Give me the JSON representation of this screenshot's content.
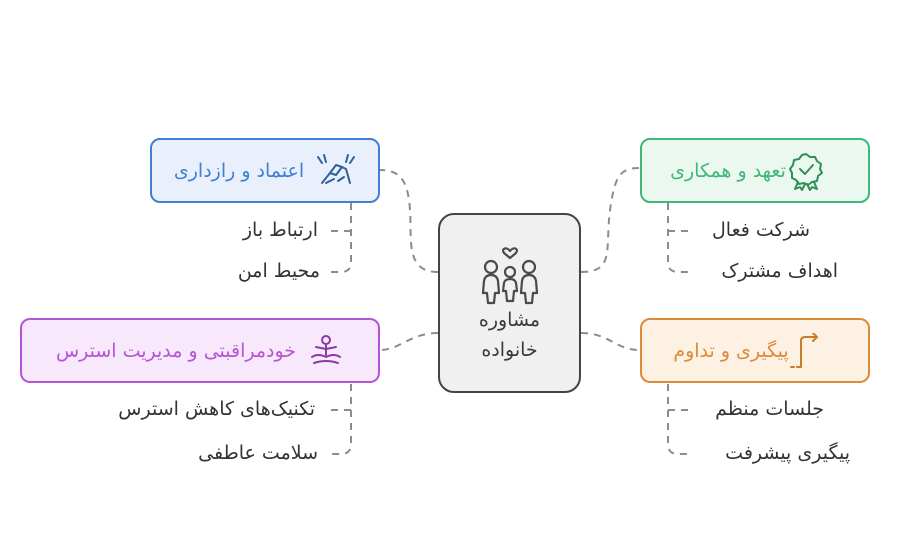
{
  "center": {
    "title_line1": "مشاوره",
    "title_line2": "خانواده",
    "icon": "family-icon"
  },
  "branches": {
    "commitment": {
      "label": "تعهد و همکاری",
      "icon": "award-badge-icon",
      "color": "#3fb878",
      "fill": "#eaf8ef",
      "items": [
        "شرکت فعال",
        "اهداف مشترک"
      ]
    },
    "followup": {
      "label": "پیگیری و تداوم",
      "icon": "path-arrow-icon",
      "color": "#dd8a3a",
      "fill": "#fdf1e3",
      "items": [
        "جلسات منظم",
        "پیگیری پیشرفت"
      ]
    },
    "trust": {
      "label": "اعتماد و رازداری",
      "icon": "handshake-icon",
      "color": "#3f7fd6",
      "fill": "#e9f0fb",
      "items": [
        "ارتباط باز",
        "محیط امن"
      ]
    },
    "selfcare": {
      "label": "خودمراقبتی و مدیریت استرس",
      "icon": "meditation-icon",
      "color": "#b455d6",
      "fill": "#f8e8fc",
      "items": [
        "تکنیک‌های کاهش استرس",
        "سلامت عاطفی"
      ]
    }
  }
}
